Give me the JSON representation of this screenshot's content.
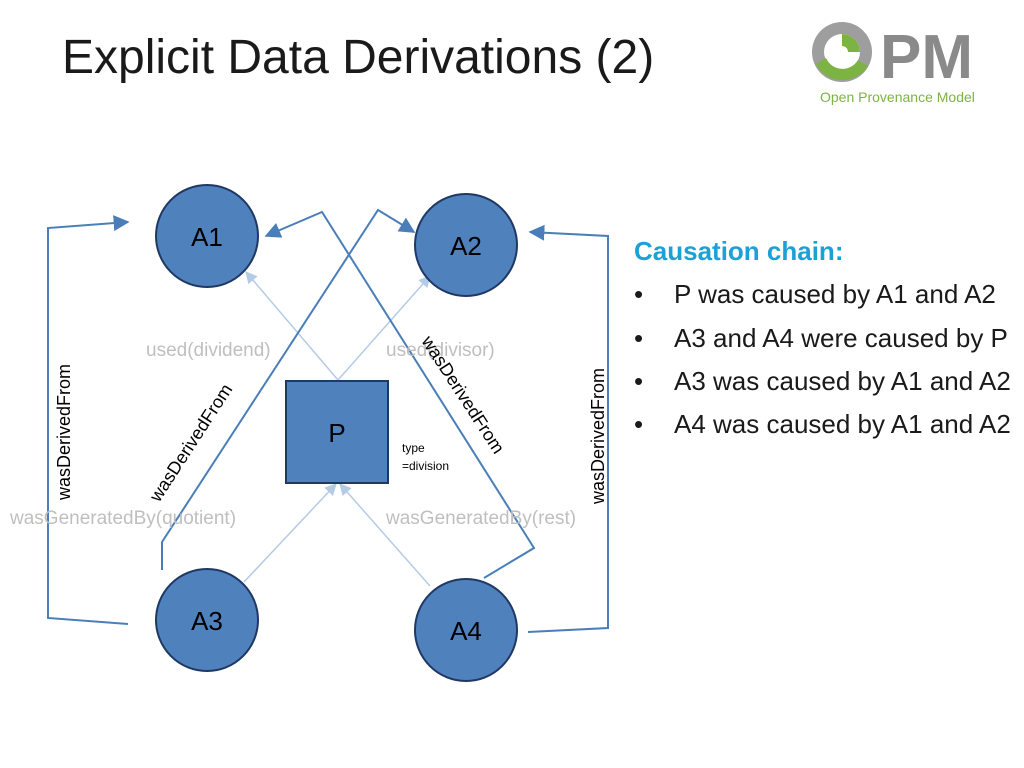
{
  "title": "Explicit Data Derivations (2)",
  "logo": {
    "mark": "PM",
    "tagline": "Open Provenance Model",
    "colors": {
      "green": "#7cb342",
      "gray": "#888888"
    },
    "icon": "swirl-icon"
  },
  "diagram": {
    "artifacts": [
      "A1",
      "A2",
      "A3",
      "A4"
    ],
    "process": "P",
    "process_note": [
      "type",
      "=division"
    ],
    "edges": {
      "used_dividend": "used(dividend)",
      "used_divisor": "used(divisor)",
      "generated_quotient": "wasGeneratedBy(quotient)",
      "generated_rest": "wasGeneratedBy(rest)",
      "derived": "wasDerivedFrom"
    },
    "colors": {
      "node_fill": "#4f81bd",
      "node_stroke": "#1f3864",
      "edge_dark": "#4a7eb8",
      "edge_light": "#b4cbe6"
    }
  },
  "causation": {
    "heading": "Causation chain:",
    "items": [
      "P was caused by A1 and A2",
      "A3 and A4 were caused by P",
      "A3 was caused  by A1 and A2",
      "A4 was caused by A1 and A2"
    ]
  }
}
